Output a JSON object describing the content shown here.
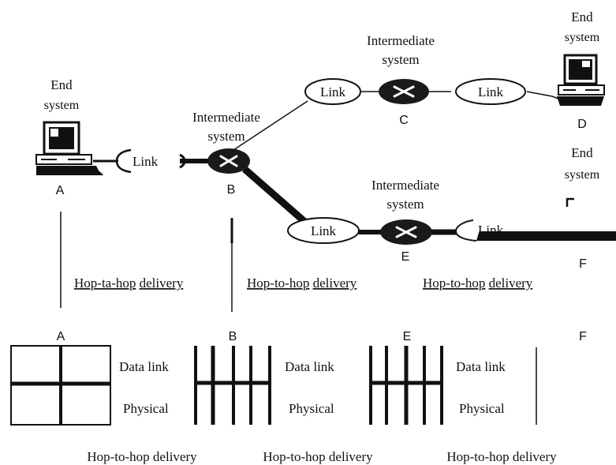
{
  "end_systems": [
    {
      "id": "A",
      "label_line1": "End",
      "label_line2": "system",
      "letter": "A"
    },
    {
      "id": "D",
      "label_line1": "End",
      "label_line2": "system",
      "letter": "D"
    },
    {
      "id": "F",
      "label_line1": "End",
      "label_line2": "system",
      "letter": "F",
      "glyph": "r"
    }
  ],
  "intermediate_systems": [
    {
      "id": "B",
      "label_line1": "Intermediate",
      "label_line2": "system",
      "letter": "B"
    },
    {
      "id": "C",
      "label_line1": "Intermediate",
      "label_line2": "system",
      "letter": "C"
    },
    {
      "id": "E",
      "label_line1": "Intermediate",
      "label_line2": "system",
      "letter": "E"
    }
  ],
  "links": {
    "a_b": "Link",
    "b_c": "Link",
    "c_d": "Link",
    "b_e": "Link",
    "e_f": "Link"
  },
  "hop_labels_top": [
    {
      "first": "Hop-ta-hop",
      "second": "delivery"
    },
    {
      "first": "Hop-to-hop",
      "second": "delivery"
    },
    {
      "first": "Hop-to-hop",
      "second": "delivery"
    }
  ],
  "stack_letters": [
    "A",
    "B",
    "E",
    "F"
  ],
  "layers": {
    "data_link": "Data link",
    "physical": "Physical"
  },
  "hop_labels_bottom": [
    "Hop-to-hop delivery",
    "Hop-to-hop delivery",
    "Hop-to-hop delivery"
  ],
  "colors": {
    "ink": "#111111",
    "router_fill": "#1a1a1a",
    "router_x": "#ffffff",
    "link_fill": "#ffffff"
  },
  "icons": {
    "end_system": "computer-icon",
    "intermediate_system": "router-icon"
  }
}
